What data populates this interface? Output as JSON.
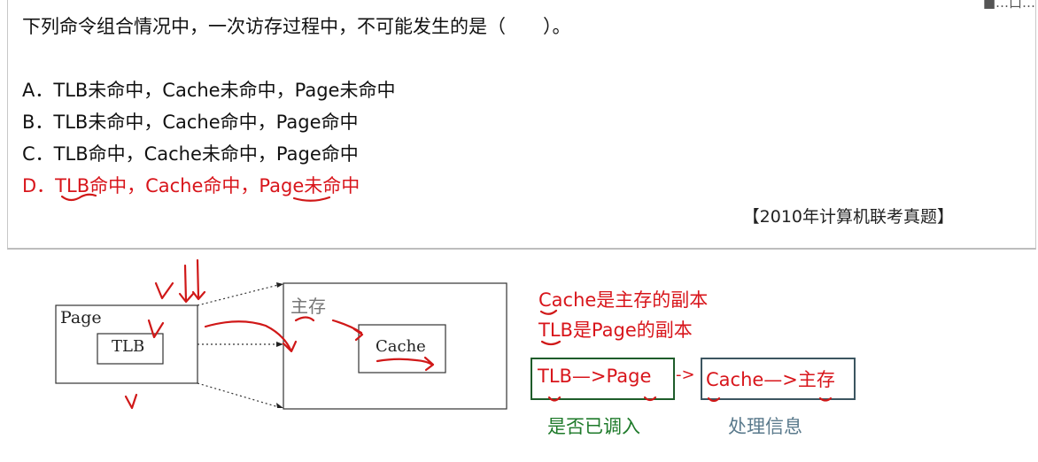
{
  "question": {
    "stem": "下列命令组合情况中，一次访存过程中，不可能发生的是（　　）。",
    "options": [
      {
        "text": "A．TLB未命中，Cache未命中，Page未命中",
        "is_answer": false
      },
      {
        "text": "B．TLB未命中，Cache命中，Page命中",
        "is_answer": false
      },
      {
        "text": "C．TLB命中，Cache未命中，Page命中",
        "is_answer": false
      },
      {
        "text": "D．TLB命中，Cache命中，Page未命中",
        "is_answer": true
      }
    ],
    "source": "【2010年计算机联考真题】",
    "corner_fragment": "■…口…"
  },
  "diagram": {
    "page_label": "Page",
    "tlb_label": "TLB",
    "main_memory_label": "主存",
    "cache_label": "Cache"
  },
  "notes": {
    "line1": "Cache是主存的副本",
    "line2": "TLB是Page的副本",
    "flow_box1": "TLB—>Page",
    "flow_arrow": "->",
    "flow_box2": "Cache—>主存",
    "caption1": "是否已调入",
    "caption2": "处理信息"
  },
  "colors": {
    "answer_red": "#d8151b",
    "ink_red": "#d01818",
    "box_green": "#1e5c2a",
    "box_slate": "#3c5560",
    "caption_green": "#1e7a2a",
    "caption_slate": "#5a7a8c"
  }
}
